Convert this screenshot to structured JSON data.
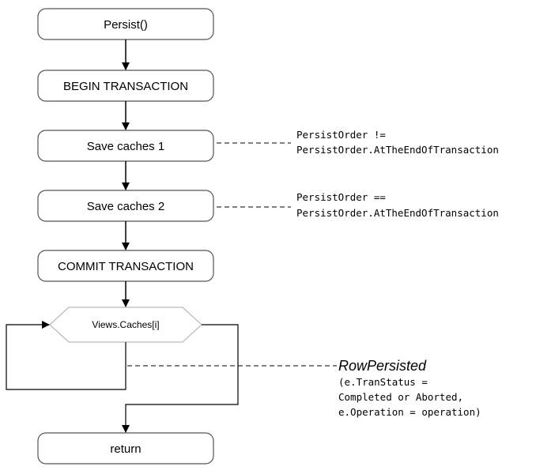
{
  "steps": {
    "persist": "Persist()",
    "begin_transaction": "BEGIN TRANSACTION",
    "save_caches_1": "Save caches 1",
    "save_caches_2": "Save caches 2",
    "commit_transaction": "COMMIT TRANSACTION",
    "loop": "Views.Caches[i]",
    "return": "return"
  },
  "notes": {
    "save1": {
      "line1": "PersistOrder !=",
      "line2": "PersistOrder.AtTheEndOfTransaction"
    },
    "save2": {
      "line1": "PersistOrder ==",
      "line2": "PersistOrder.AtTheEndOfTransaction"
    },
    "event": {
      "title": "RowPersisted",
      "line1": "(e.TranStatus =",
      "line2": "Completed or Aborted,",
      "line3": "e.Operation = operation)"
    }
  },
  "colors": {
    "box_stroke": "#555555",
    "hex_stroke": "#aaaaaa",
    "line": "#000000",
    "text": "#000000"
  }
}
